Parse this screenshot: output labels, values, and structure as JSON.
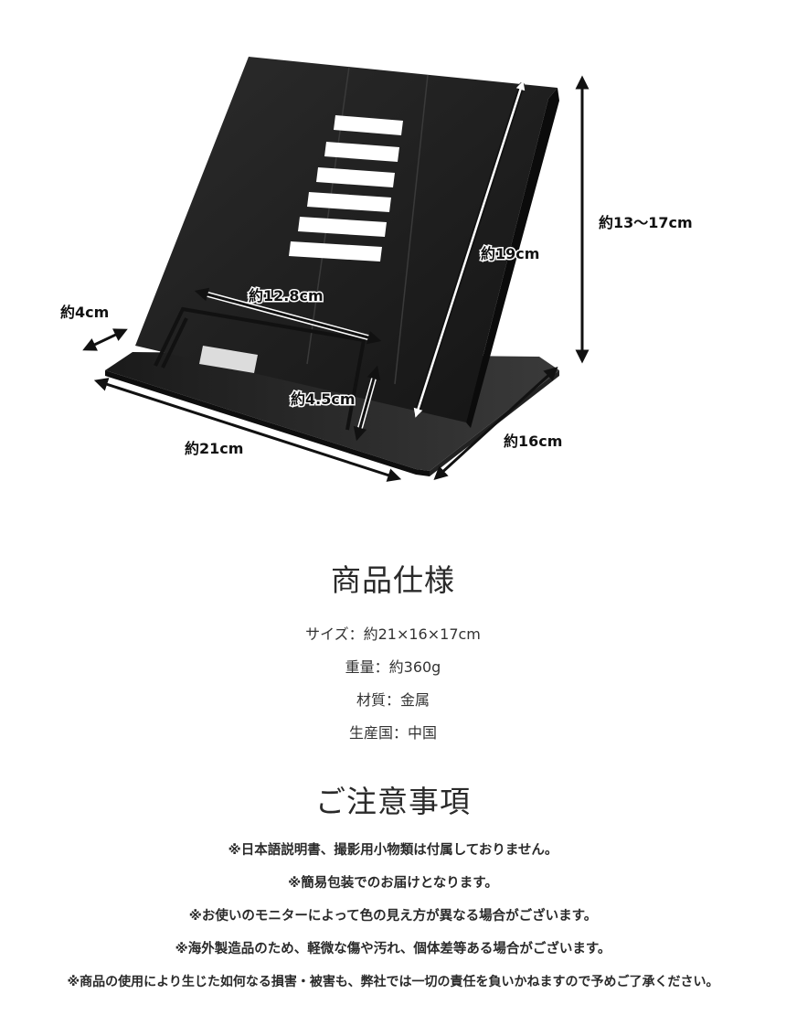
{
  "product": {
    "image_alt": "book stand",
    "dimensions": {
      "depth_base": "約4cm",
      "inner_width": "約12.8cm",
      "lip_height": "約4.5cm",
      "panel_height": "約19cm",
      "total_height": "約13〜17cm",
      "width": "約21cm",
      "depth": "約16cm"
    }
  },
  "specs": {
    "title": "商品仕様",
    "items": [
      "サイズ：約21×16×17cm",
      "重量：約360g",
      "材質：金属",
      "生産国：中国"
    ]
  },
  "notes": {
    "title": "ご注意事項",
    "items": [
      "※日本語説明書、撮影用小物類は付属しておりません。",
      "※簡易包装でのお届けとなります。",
      "※お使いのモニターによって色の見え方が異なる場合がございます。",
      "※海外製造品のため、軽微な傷や汚れ、個体差等ある場合がございます。",
      "※商品の使用により生じた如何なる損害・被害も、弊社では一切の責任を負いかねますので予めご了承ください。"
    ]
  },
  "colors": {
    "product": "#1c1c1c",
    "accent": "#2a2a2a"
  }
}
